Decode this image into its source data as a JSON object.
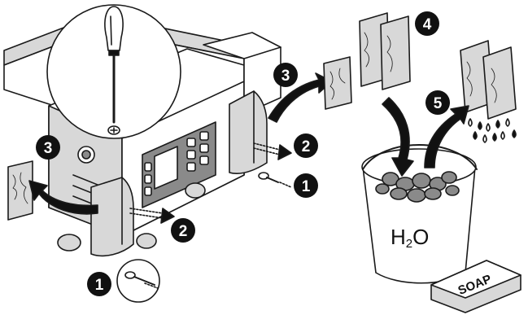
{
  "steps": {
    "s1a": "1",
    "s1b": "1",
    "s2a": "2",
    "s2b": "2",
    "s3a": "3",
    "s3b": "3",
    "s4": "4",
    "s5": "5"
  },
  "bucket": {
    "h": "H",
    "sub": "2",
    "o": "O"
  },
  "soap_label": "SOAP",
  "colors": {
    "badge": "#111111",
    "filter": "#d8d8d8",
    "water_drop": "#111111"
  }
}
